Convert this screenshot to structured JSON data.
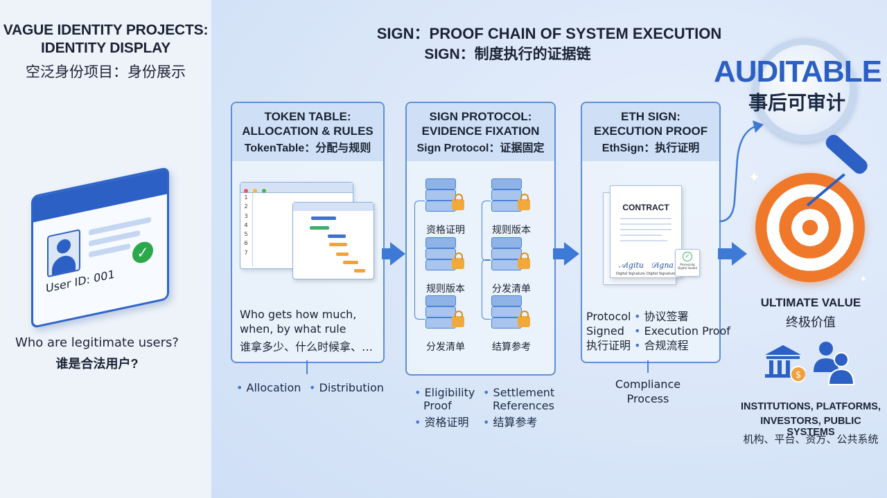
{
  "left": {
    "title_line1": "VAGUE IDENTITY PROJECTS:",
    "title_line2": "IDENTITY DISPLAY",
    "title_cn": "空泛身份项目：身份展示",
    "card_id": "User ID: 001",
    "question_en": "Who are legitimate users?",
    "question_cn": "谁是合法用户?"
  },
  "header": {
    "title_en": "SIGN：PROOF CHAIN OF SYSTEM EXECUTION",
    "title_cn": "SIGN：制度执行的证据链"
  },
  "token_table": {
    "title_line1": "TOKEN TABLE:",
    "title_line2": "ALLOCATION & RULES",
    "title_cn": "TokenTable：分配与规则",
    "rows": [
      "1",
      "2",
      "3",
      "4",
      "5",
      "6",
      "7"
    ],
    "desc_line1": "Who gets how much,",
    "desc_line2": "when, by what rule",
    "desc_cn": "谁拿多少、什么时候拿、…",
    "bullets": [
      "Allocation",
      "Distribution"
    ]
  },
  "sign_protocol": {
    "title_line1": "SIGN PROTOCOL:",
    "title_line2": "EVIDENCE FIXATION",
    "title_cn": "Sign Protocol：证据固定",
    "nodes": [
      "资格证明",
      "规则版本",
      "规则版本",
      "分发清单",
      "分发清单",
      "结算参考"
    ],
    "bullet1_line1": "Eligibility",
    "bullet1_line2": "Proof",
    "bullet1_cn": "资格证明",
    "bullet2_line1": "Settlement",
    "bullet2_line2": "References",
    "bullet2_cn": "结算参考"
  },
  "eth_sign": {
    "title_line1": "ETH SIGN:",
    "title_line2": "EXECUTION PROOF",
    "title_cn": "EthSign：执行证明",
    "doc_title": "CONTRACT",
    "sig1": "Digital Signature",
    "sig2": "Digital Signature",
    "seal": "Processing Digital Sealed",
    "col_left": [
      "Protocol",
      "Signed",
      "执行证明"
    ],
    "col_right": [
      "协议签署",
      "Execution Proof",
      "合规流程"
    ],
    "footer_line1": "Compliance",
    "footer_line2": "Process"
  },
  "right": {
    "auditable": "AUDITABLE",
    "auditable_cn": "事后可审计",
    "ultimate": "ULTIMATE VALUE",
    "ultimate_cn": "终极价值",
    "parties_line1": "INSTITUTIONS, PLATFORMS,",
    "parties_line2": "INVESTORS, PUBLIC SYSTEMS",
    "parties_cn": "机构、平台、资方、公共系统"
  },
  "colors": {
    "accent": "#3d7ad6",
    "brand_dark": "#2c60c4",
    "target_orange": "#f0782a"
  }
}
